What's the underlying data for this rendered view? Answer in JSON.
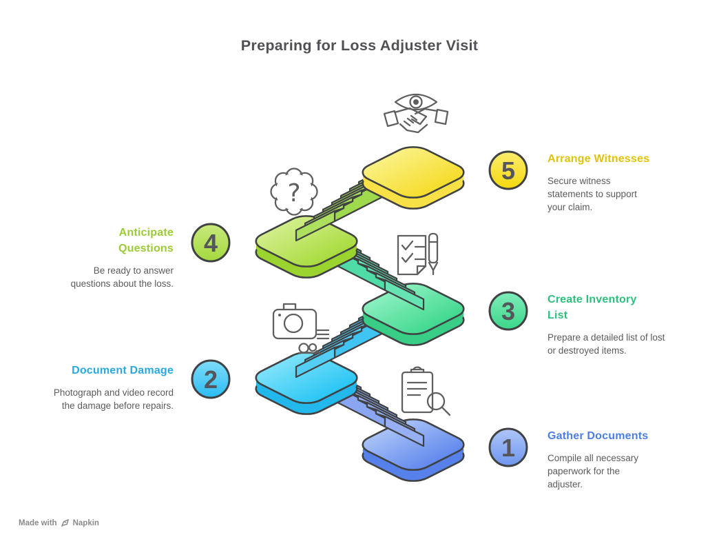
{
  "title": "Preparing for Loss Adjuster Visit",
  "attribution": {
    "prefix": "Made with",
    "brand": "Napkin"
  },
  "colors": {
    "background": "#FFFFFF",
    "outline": "#3F4143",
    "heading": "#515155",
    "body_text": "#5B5B5E",
    "icon_stroke": "#5F5F61",
    "number_text": "#54565C",
    "attribution_text": "#8A8A8C"
  },
  "steps": [
    {
      "number": "1",
      "title": "Gather Documents",
      "description": "Compile all necessary paperwork for the adjuster.",
      "icon": "clipboard-search-icon",
      "accent": "#4B7EE8",
      "circle": {
        "light": "#AEC6F7",
        "dark": "#6E95EF"
      },
      "platform": {
        "light": "#A9C2F7",
        "dark": "#6189ED",
        "side": "#5680EA"
      }
    },
    {
      "number": "2",
      "title": "Document Damage",
      "description": "Photograph and video record the damage before repairs.",
      "icon": "camera-video-icon",
      "accent": "#29A9E0",
      "circle": {
        "light": "#7FDCFA",
        "dark": "#2BBCF2"
      },
      "platform": {
        "light": "#7FE2FA",
        "dark": "#29C6F5",
        "side": "#22B8EC"
      }
    },
    {
      "number": "3",
      "title": "Create Inventory List",
      "description": "Prepare a detailed list of lost or destroyed items.",
      "icon": "checklist-pen-icon",
      "accent": "#2EBE7E",
      "circle": {
        "light": "#7FEDBB",
        "dark": "#3BD689"
      },
      "platform": {
        "light": "#8BEFC0",
        "dark": "#41D98F",
        "side": "#38CE85"
      }
    },
    {
      "number": "4",
      "title": "Anticipate Questions",
      "description": "Be ready to answer questions about the loss.",
      "icon": "question-cloud-icon",
      "accent": "#9BCB35",
      "circle": {
        "light": "#C9E97C",
        "dark": "#A4D93F"
      },
      "platform": {
        "light": "#D3ED8B",
        "dark": "#A8DC3F",
        "side": "#9CD42F"
      }
    },
    {
      "number": "5",
      "title": "Arrange Witnesses",
      "description": "Secure witness statements to support your claim.",
      "icon": "eye-handshake-icon",
      "accent": "#E0C208",
      "circle": {
        "light": "#FBEC6E",
        "dark": "#F4D90E"
      },
      "platform": {
        "light": "#FAF184",
        "dark": "#F6DC2A",
        "side": "#F7E146"
      }
    }
  ],
  "staircases": [
    {
      "from": "1",
      "to": "2",
      "tread": "#D9E4FB",
      "riser": "#96AFF5",
      "wall": "#8AA6F3"
    },
    {
      "from": "2",
      "to": "3",
      "tread": "#C9EEFC",
      "riser": "#55CEF6",
      "wall": "#3FC4F3"
    },
    {
      "from": "3",
      "to": "4",
      "tread": "#D2F8EA",
      "riser": "#66E3B3",
      "wall": "#4FDCA6"
    },
    {
      "from": "4",
      "to": "5",
      "tread": "#E6F7C8",
      "riser": "#ACE05E",
      "wall": "#9FDA4C"
    }
  ]
}
